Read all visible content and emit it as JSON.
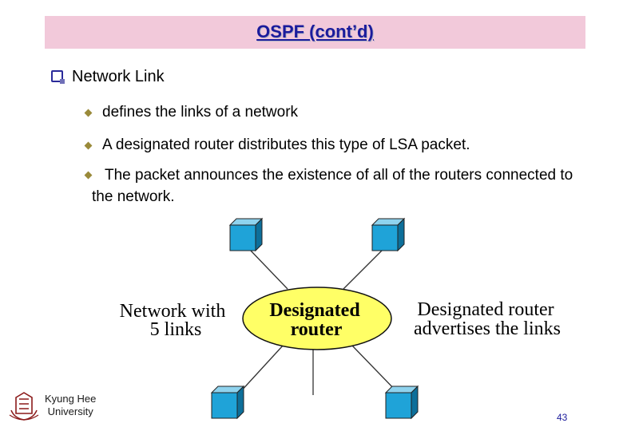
{
  "title": "OSPF (cont’d)",
  "section": {
    "title": "Network Link"
  },
  "items": [
    {
      "text": "defines the links of a network"
    },
    {
      "text": "A designated router distributes this type of LSA packet."
    },
    {
      "text": "The packet announces the existence of all of the routers connected to the network."
    }
  ],
  "diagram": {
    "left_label_line1": "Network with",
    "left_label_line2": "5  links",
    "center_label_line1": "Designated",
    "center_label_line2": "router",
    "right_label_line1": "Designated router",
    "right_label_line2": "advertises the links"
  },
  "footer": {
    "university_line1": "Kyung Hee",
    "university_line2": "University",
    "page_number": "43"
  },
  "colors": {
    "title_bg": "#f2c9da",
    "title_text": "#1b1b9c",
    "ellipse_fill": "#ffff66",
    "router_face": "#1fa3d8"
  }
}
